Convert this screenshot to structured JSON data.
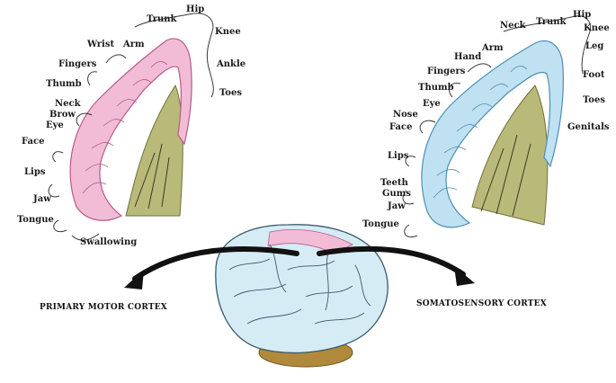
{
  "colors": {
    "motor": "#f2bcd6",
    "motor_edge": "#b85a8a",
    "sensory": "#bfe1f2",
    "sensory_edge": "#4e8fb3",
    "white_matter": "#b9b97a",
    "brain": "#d6ecf5",
    "brainstem": "#b08a3a",
    "ink": "#1a1a1a"
  },
  "captions": {
    "motor": "PRIMARY MOTOR CORTEX",
    "sensory": "SOMATOSENSORY CORTEX"
  },
  "motor_labels": {
    "hip": "Hip",
    "trunk": "Trunk",
    "knee": "Knee",
    "wrist": "Wrist",
    "arm": "Arm",
    "ankle": "Ankle",
    "fingers": "Fingers",
    "toes": "Toes",
    "thumb": "Thumb",
    "neck": "Neck",
    "brow": "Brow",
    "eye": "Eye",
    "face": "Face",
    "lips": "Lips",
    "jaw": "Jaw",
    "tongue": "Tongue",
    "swallowing": "Swallowing"
  },
  "sensory_labels": {
    "hip": "Hip",
    "neck": "Neck",
    "trunk": "Trunk",
    "knee": "Knee",
    "leg": "Leg",
    "arm": "Arm",
    "hand": "Hand",
    "foot": "Foot",
    "fingers": "Fingers",
    "thumb": "Thumb",
    "toes": "Toes",
    "eye": "Eye",
    "nose": "Nose",
    "genitals": "Genitals",
    "face": "Face",
    "lips": "Lips",
    "teeth": "Teeth",
    "gums": "Gums",
    "jaw": "Jaw",
    "tongue": "Tongue"
  }
}
